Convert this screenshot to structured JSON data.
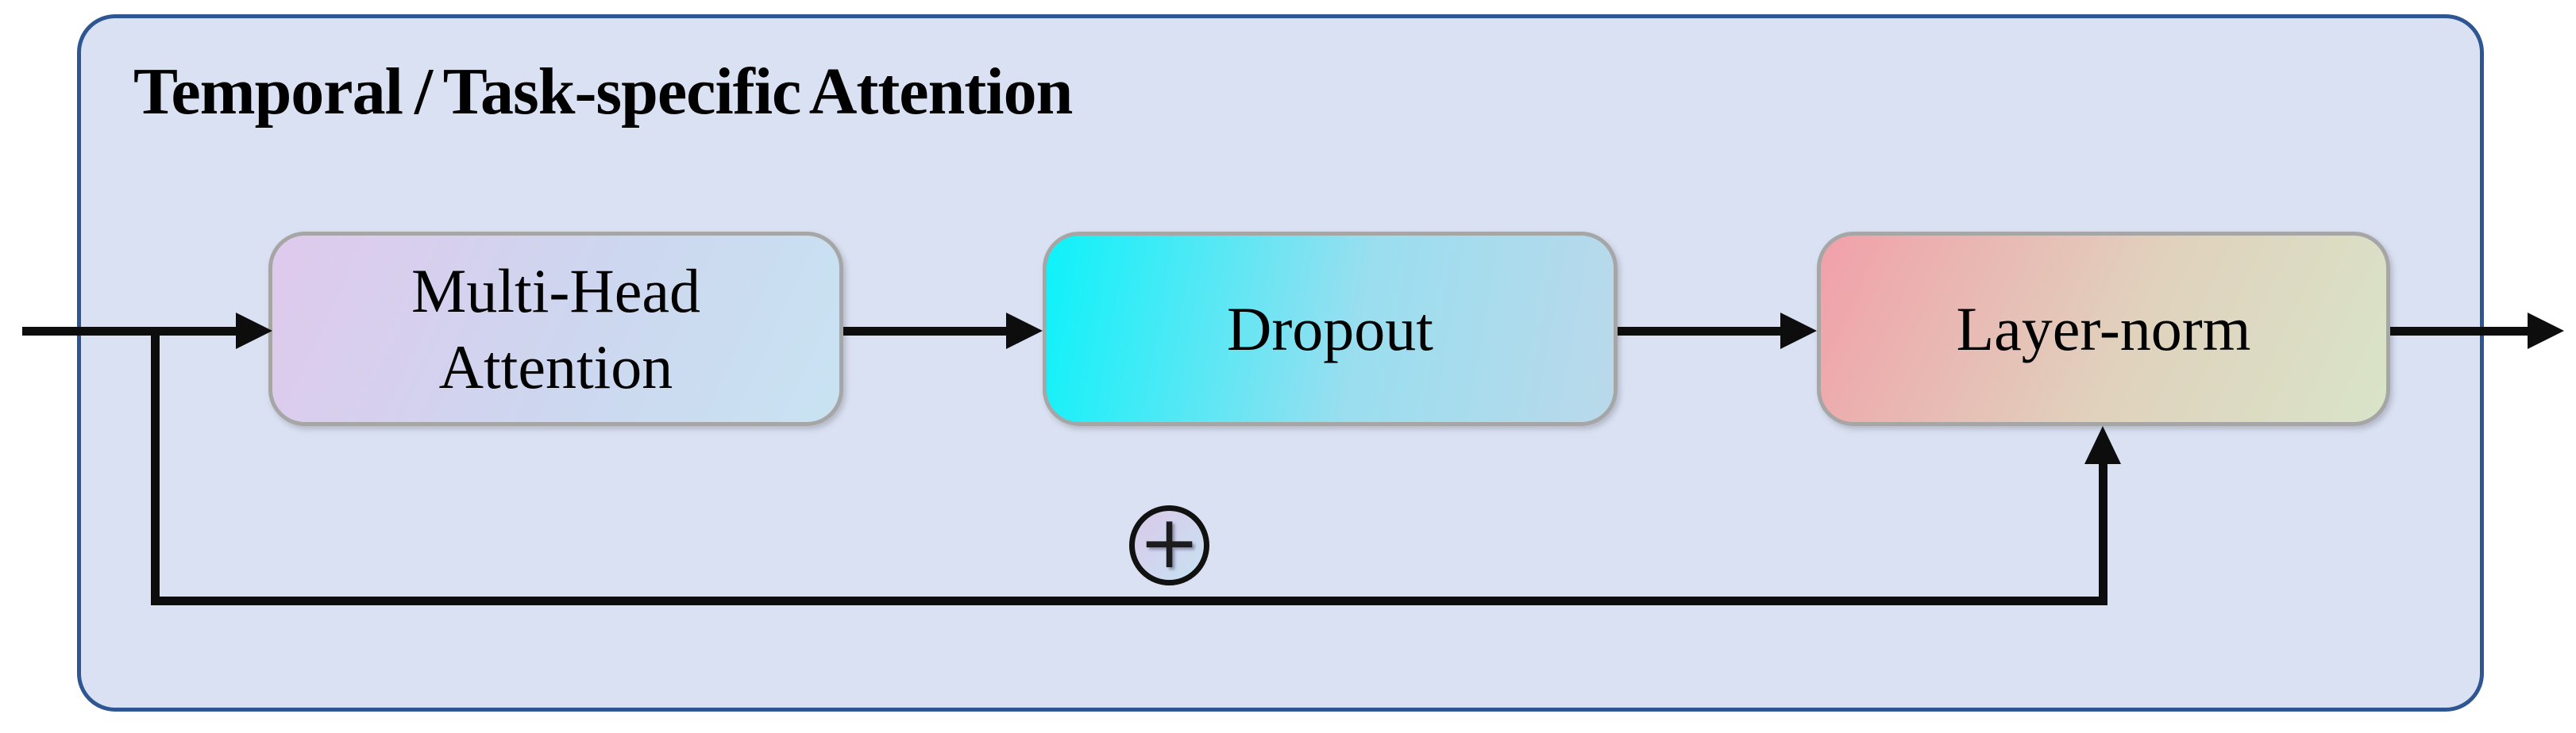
{
  "diagram": {
    "title": "Temporal / Task-specific Attention",
    "type": "flow-diagram",
    "nodes": [
      {
        "id": "multi-head-attention",
        "label": "Multi-Head Attention",
        "lines": [
          "Multi-Head",
          "Attention"
        ],
        "fill": {
          "angle": 115,
          "stops": [
            "#dfc9ec",
            "#cdd7ef 55%",
            "#c8e3f2"
          ]
        }
      },
      {
        "id": "dropout",
        "label": "Dropout",
        "lines": [
          "Dropout"
        ],
        "fill": {
          "angle": 100,
          "stops": [
            "#0df2fa",
            "#9adeef 55%",
            "#bad9eb"
          ]
        }
      },
      {
        "id": "layer-norm",
        "label": "Layer-norm",
        "lines": [
          "Layer-norm"
        ],
        "fill": {
          "angle": 115,
          "stops": [
            "#f1a0a9",
            "#e0d2bd 55%",
            "#d8e4c8"
          ]
        }
      }
    ],
    "residual_add": {
      "symbol": "+",
      "fill": {
        "angle": 135,
        "stops": [
          "#dac9e9",
          "#c7e2f3"
        ]
      }
    },
    "edges": [
      {
        "from": "input",
        "to": "multi-head-attention"
      },
      {
        "from": "multi-head-attention",
        "to": "dropout"
      },
      {
        "from": "dropout",
        "to": "layer-norm"
      },
      {
        "from": "layer-norm",
        "to": "output"
      },
      {
        "from": "input",
        "to": "layer-norm",
        "via": "residual-skip-connection"
      }
    ],
    "colors": {
      "canvas_background": "#ffffff",
      "container_fill": "#d9e1f2",
      "container_border": "#2e5693",
      "node_border": "#a6a6a6",
      "line": "#0d0d0d",
      "ring": "#111111",
      "text": "#000000"
    }
  }
}
